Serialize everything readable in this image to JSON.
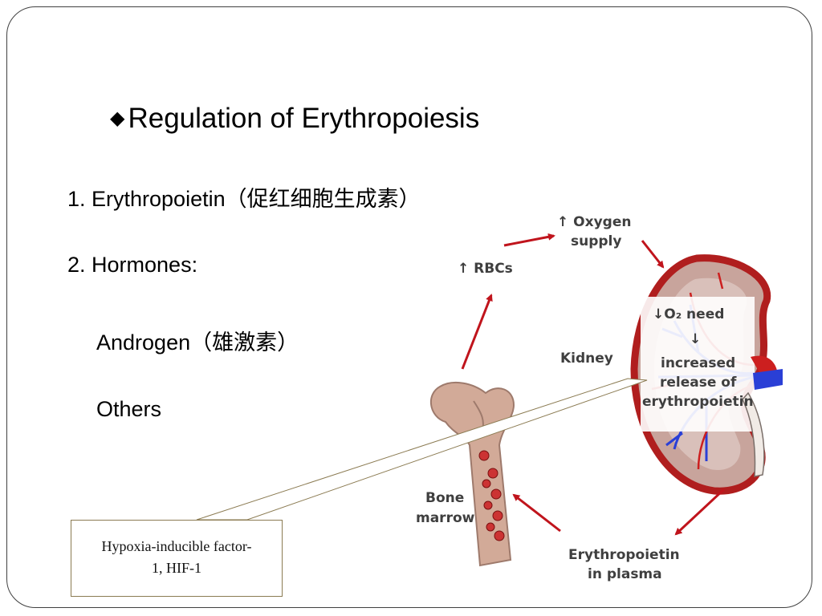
{
  "slide": {
    "title": "Regulation of Erythropoiesis",
    "items": [
      "1. Erythropoietin（促红细胞生成素）",
      "2. Hormones:",
      "Androgen（雄激素）",
      "Others"
    ]
  },
  "diagram": {
    "oxygen_supply": [
      "↑ Oxygen",
      "supply"
    ],
    "rbcs": "↑ RBCs",
    "kidney": "Kidney",
    "o2_need": "↓O₂ need",
    "down_arrow": "↓",
    "increased_release": [
      "increased",
      "release of",
      "erythropoietin"
    ],
    "bone_marrow": [
      "Bone",
      "marrow"
    ],
    "epo_plasma": [
      "Erythropoietin",
      "in plasma"
    ]
  },
  "callout": {
    "text_line1": "Hypoxia-inducible factor-",
    "text_line2": "1, HIF-1"
  },
  "colors": {
    "arrow": "#c0141c",
    "kidney_cortex": "#c8a49c",
    "vessel_red": "#cc1f1f",
    "vessel_blue": "#2a3fd6",
    "bone": "#d2aa98"
  }
}
